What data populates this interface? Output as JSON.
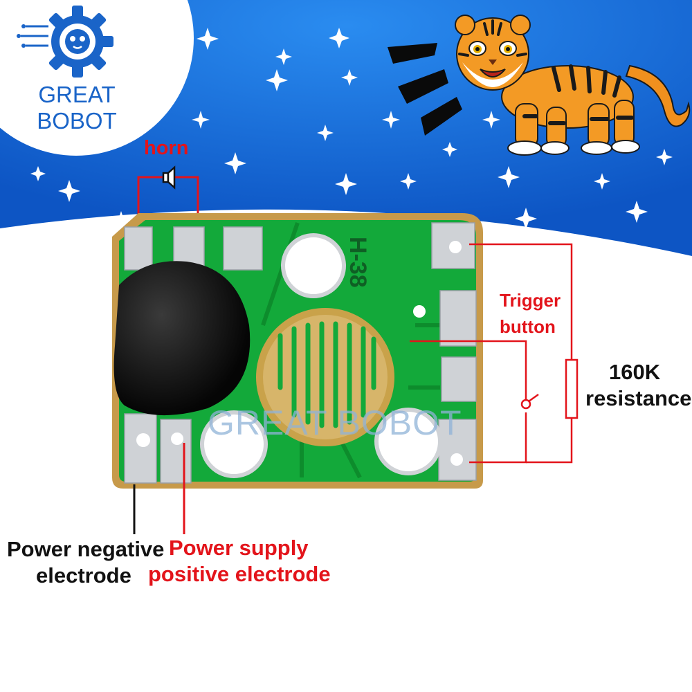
{
  "brand": {
    "name": "GREAT BOBOT",
    "watermark": "GREAT BOBOT",
    "colors": {
      "brand_blue": "#1a64c8",
      "sky_blue": "#1470d8",
      "pcb_green": "#12a83a",
      "pad_silver": "#c9ccd0",
      "label_red": "#e3141b"
    }
  },
  "board": {
    "silkscreen": "H-38",
    "icons": [
      "gear-logo-icon",
      "tiger-icon",
      "speaker-icon",
      "sound-wave-icon",
      "resistor-icon",
      "switch-icon"
    ]
  },
  "labels": {
    "horn": "horn",
    "trigger_line1": "Trigger",
    "trigger_line2": "button",
    "resistance_line1": "160K",
    "resistance_line2": "resistance",
    "neg_line1": "Power negative",
    "neg_line2": "electrode",
    "pos_line1": "Power supply",
    "pos_line2": "positive electrode"
  }
}
